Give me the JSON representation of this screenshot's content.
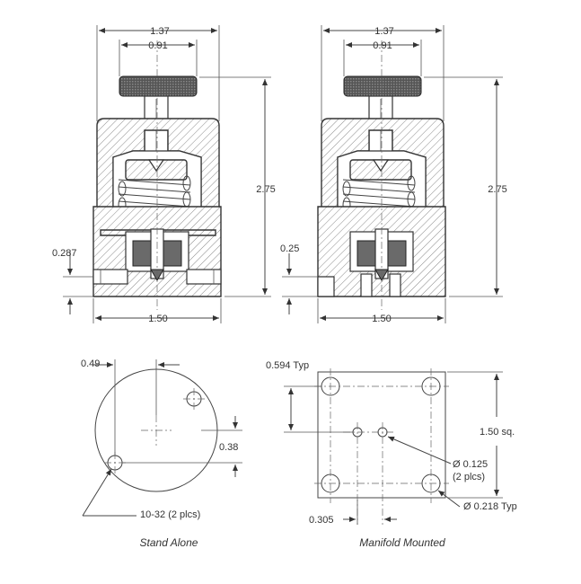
{
  "top_left": {
    "dim_overall_width": "1.37",
    "dim_knob_width": "0.91",
    "dim_height": "2.75",
    "dim_port_offset": "0.287",
    "dim_base_width": "1.50"
  },
  "top_right": {
    "dim_overall_width": "1.37",
    "dim_knob_width": "0.91",
    "dim_height": "2.75",
    "dim_port_offset": "0.25",
    "dim_base_width": "1.50"
  },
  "bottom_left": {
    "dim_offset_x": "0.49",
    "dim_offset_y": "0.38",
    "hole_note": "10-32 (2 plcs)",
    "caption": "Stand Alone"
  },
  "bottom_right": {
    "dim_typ": "0.594 Typ",
    "dim_square": "1.50 sq.",
    "dim_port_dia": "Ø 0.125",
    "dim_port_count": "(2 plcs)",
    "dim_hole_dia": "Ø 0.218 Typ",
    "dim_port_spacing": "0.305",
    "caption": "Manifold Mounted"
  }
}
